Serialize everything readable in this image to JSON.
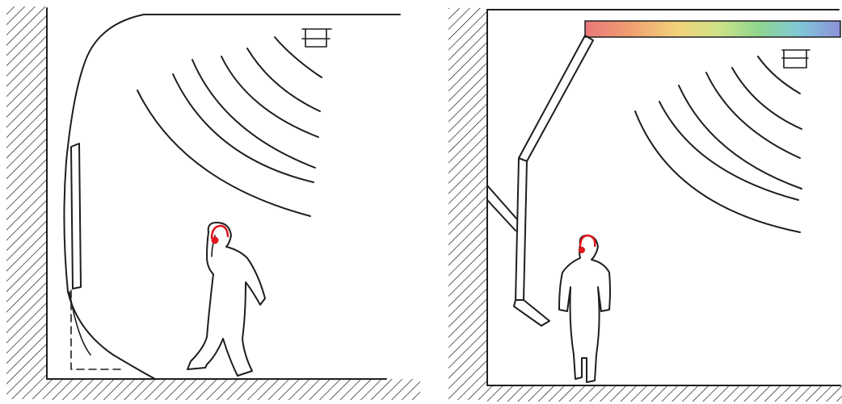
{
  "figure": {
    "panel_count": 2,
    "ink_color": "#1e1e1e",
    "accent_color": "#e0161d",
    "background_color": "#ffffff"
  },
  "panels": [
    {
      "id": "left",
      "elements": [
        "hatched-wall",
        "hatched-floor",
        "ceiling-speaker",
        "sound-waves",
        "wall-panel",
        "swing-door",
        "listener-with-headphones"
      ]
    },
    {
      "id": "right",
      "elements": [
        "hatched-wall",
        "hatched-floor",
        "ceiling-speaker",
        "sound-waves",
        "rainbow-light-bar",
        "articulated-arm",
        "listener-with-headphones"
      ]
    }
  ],
  "light_bar": {
    "gradient_colors": [
      "#e8777a",
      "#f0a070",
      "#f2d27a",
      "#cfe287",
      "#8fd68f",
      "#7fc8d8",
      "#8d8fd8"
    ]
  }
}
